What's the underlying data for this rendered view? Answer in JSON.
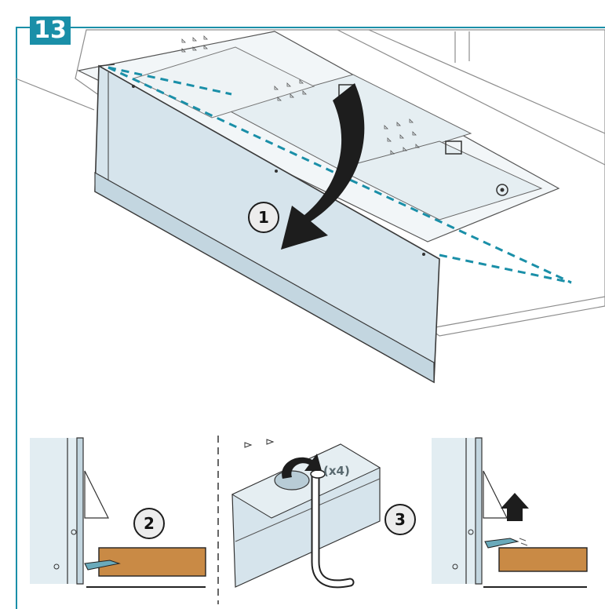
{
  "step": {
    "number": "13"
  },
  "callouts": {
    "step1": "1",
    "step2": "2",
    "step3": "3"
  },
  "quantity_label": "(x4)",
  "colors": {
    "accent": "#1a8fa8",
    "panel": "#d6e4ec",
    "wood": "#c98a45"
  }
}
